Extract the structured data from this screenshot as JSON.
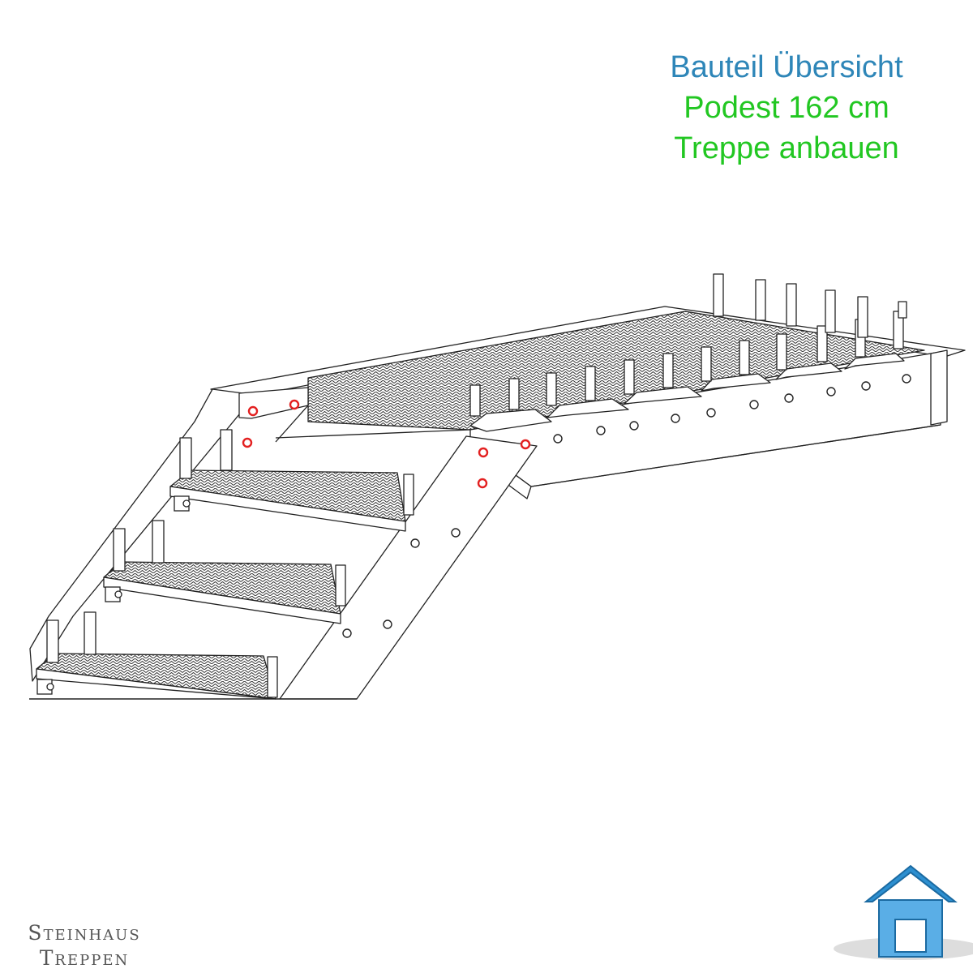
{
  "title": {
    "line1": "Bauteil Übersicht",
    "line2": "Podest 162 cm",
    "line3": "Treppe anbauen"
  },
  "brand": {
    "line1": "Steinhaus",
    "line2": "Treppen"
  },
  "colors": {
    "title_blue": "#2e86b8",
    "title_green": "#22c722",
    "bolt_highlight": "#e32020",
    "house_logo": "#2d8fd0",
    "line": "#222222"
  },
  "icons": [
    "house-logo-icon"
  ]
}
